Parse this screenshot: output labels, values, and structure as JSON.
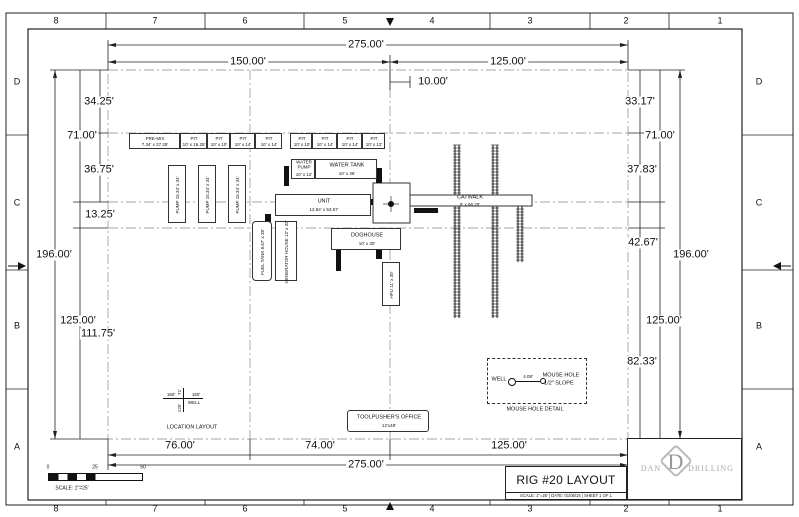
{
  "zones": {
    "top": [
      "8",
      "7",
      "6",
      "5",
      "4",
      "3",
      "2",
      "1"
    ],
    "side": [
      "D",
      "C",
      "B",
      "A"
    ]
  },
  "dims": {
    "total_width_top": "275.00'",
    "left_width": "150.00'",
    "right_width": "125.00'",
    "offset_small": "10.00'",
    "left_34": "34.25'",
    "left_71": "71.00'",
    "left_36": "36.75'",
    "left_13": "13.25'",
    "left_196": "196.00'",
    "left_125": "125.00'",
    "left_111": "111.75'",
    "right_33": "33.17'",
    "right_71": "71.00'",
    "right_37": "37.83'",
    "right_42": "42.67'",
    "right_196": "196.00'",
    "right_125": "125.00'",
    "right_82": "82.33'",
    "bottom_76": "76.00'",
    "bottom_74": "74.00'",
    "bottom_125": "125.00'",
    "total_width_bottom": "275.00'"
  },
  "equipment": {
    "premix": {
      "name": "PRE-MIX",
      "size": "7.34' x 27.25'"
    },
    "pits_left": [
      {
        "name": "PIT",
        "size": "10' x 16.25'"
      },
      {
        "name": "PIT",
        "size": "10' x 10'"
      },
      {
        "name": "PIT",
        "size": "10' x 14'"
      },
      {
        "name": "PIT",
        "size": "10' x 14'"
      }
    ],
    "pits_right": [
      {
        "name": "PIT",
        "size": "10' x 10'"
      },
      {
        "name": "PIT",
        "size": "10' x 14'"
      },
      {
        "name": "PIT",
        "size": "10' x 14'"
      },
      {
        "name": "PIT",
        "size": "10' x 12'"
      }
    ],
    "water_pump": {
      "name": "WATER PUMP",
      "size": "10' x 12'"
    },
    "water_tank": {
      "name": "WATER TANK",
      "size": "10' x 36'"
    },
    "pumps": [
      {
        "name": "PUMP",
        "size": "15.34' x 34'"
      },
      {
        "name": "PUMP",
        "size": "15.34' x 34'"
      },
      {
        "name": "PUMP",
        "size": "15.34' x 34'"
      }
    ],
    "unit": {
      "name": "UNIT",
      "size": "12.84' x 53.67'"
    },
    "catwalk": {
      "name": "CATWALK",
      "size": "6' x 66.25'"
    },
    "doghouse": {
      "name": "DOGHOUSE",
      "size": "10' x 30'"
    },
    "fuel_tank": {
      "name": "FUEL TANK",
      "size": "8.67' x 38'"
    },
    "generator": {
      "name": "GENERATOR HOUSE",
      "size": "12' x 32'"
    },
    "hpu": {
      "name": "HPU",
      "size": "11' x 30'"
    },
    "toolpusher": {
      "name": "TOOLPUSHER'S OFFICE",
      "size": "12'x48'"
    }
  },
  "mouse_hole": {
    "well_label": "WELL",
    "dist": "4.08'",
    "hole_label": "MOUSE HOLE",
    "slope": "-1/2\" SLOPE",
    "caption": "MOUSE HOLE DETAIL"
  },
  "location_layout": {
    "caption": "LOCATION LAYOUT",
    "well": "WELL",
    "west": "150'",
    "east": "150'",
    "north": "71'",
    "south": "125'"
  },
  "scale_bar": {
    "ticks": [
      "0",
      "25",
      "50"
    ],
    "caption": "SCALE: 1\"=25'"
  },
  "title_block": {
    "title": "RIG #20 LAYOUT",
    "info": "SCALE: 1\"=25' | DATE: 01/05/15 | SHEET 1 OF 1",
    "logo_left": "DAN",
    "logo_right": "DRILLING",
    "logo_letter": "D"
  },
  "colors": {
    "line": "#222222",
    "dash": "#888888",
    "stair": "#111111"
  }
}
